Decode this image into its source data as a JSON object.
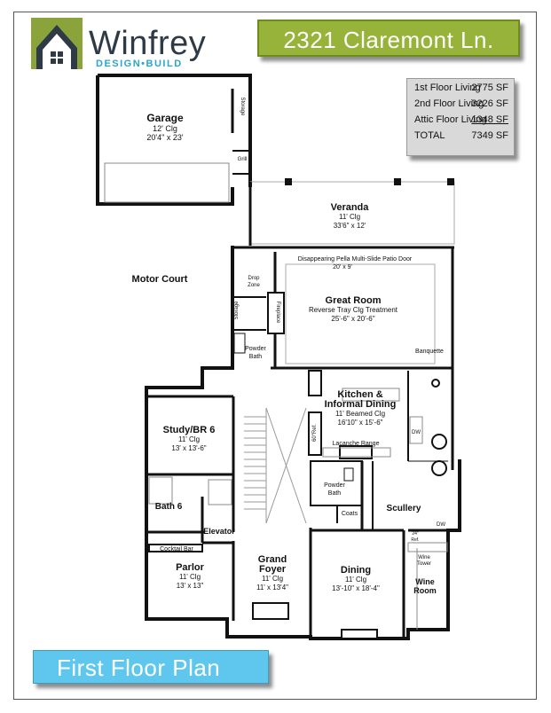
{
  "brand": {
    "name": "Winfrey",
    "tagline": "DESIGN•BUILD",
    "colors": {
      "navy": "#2e3a46",
      "olive": "#8aa33a",
      "cyan": "#2aa7c9"
    }
  },
  "address": "2321 Claremont Ln.",
  "square_footage": [
    {
      "label": "1st Floor Living",
      "value": "2775 SF"
    },
    {
      "label": "2nd Floor Living",
      "value": "3226 SF"
    },
    {
      "label": "Attic Floor Living",
      "value": "1348 SF"
    },
    {
      "label": "TOTAL",
      "value": "7349 SF"
    }
  ],
  "plan_title": "First Floor Plan",
  "rooms": {
    "garage": {
      "name": "Garage",
      "ceiling": "12' Clg",
      "size": "20'4\" x 23'"
    },
    "storage_garage": "Storage",
    "grill": "Grill",
    "veranda": {
      "name": "Veranda",
      "ceiling": "11' Clg",
      "size": "33'6\" x 12'"
    },
    "motor_court": "Motor Court",
    "patio_door": {
      "name": "Disappearing Pella Multi-Slide Patio Door",
      "size": "20' x 9'"
    },
    "drop_zone": [
      "Drop",
      "Zone"
    ],
    "storage": "Storage",
    "fireplace": "Fireplace",
    "great_room": {
      "name": "Great Room",
      "ceiling": "Reverse Tray Clg Treatment",
      "size": "25'-6\" x 20'-6\""
    },
    "powder_bath_1": [
      "Powder",
      "Bath"
    ],
    "banquette": "Banquette",
    "kitchen": {
      "name": [
        "Kitchen &",
        "Informal Dining"
      ],
      "ceiling": "11' Beamed Clg",
      "size": "16'10\" x 15'-6\""
    },
    "ref": "60\"Ref.",
    "range": "Lacanche Range",
    "dw1": "DW",
    "dw2": "DW",
    "study": {
      "name": "Study/BR 6",
      "ceiling": "11' Clg",
      "size": "13' x 13'-6\""
    },
    "bath6": "Bath 6",
    "elevator": "Elevator",
    "cocktail_bar": "Cocktail Bar",
    "powder_bath_2": [
      "Powder",
      "Bath"
    ],
    "coats": "Coats",
    "scullery": "Scullery",
    "ref24": [
      "24\"",
      "Ref."
    ],
    "wine_tower": [
      "Wine",
      "Tower"
    ],
    "parlor": {
      "name": "Parlor",
      "ceiling": "11' Clg",
      "size": "13' x 13\""
    },
    "grand_foyer": {
      "name": [
        "Grand",
        "Foyer"
      ],
      "ceiling": "11' Clg",
      "size": "11' x 13'4\""
    },
    "dining": {
      "name": "Dining",
      "ceiling": "11' Clg",
      "size": "13'-10\" x 18'-4\""
    },
    "wine_room": [
      "Wine",
      "Room"
    ]
  }
}
